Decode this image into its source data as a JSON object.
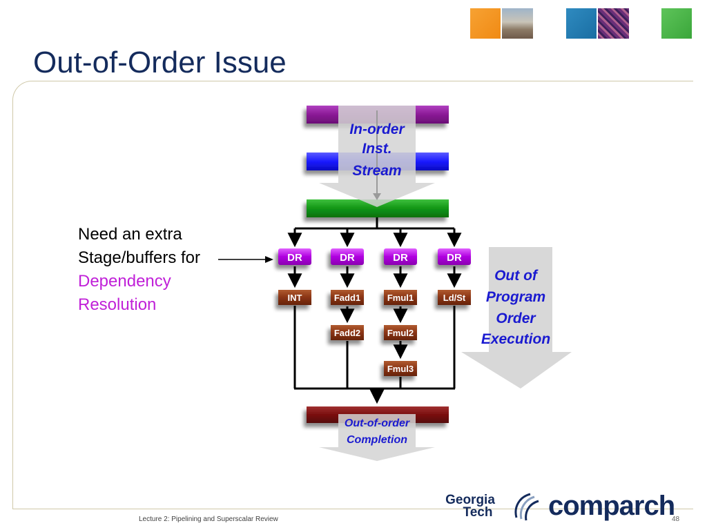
{
  "slide": {
    "title": "Out-of-Order Issue",
    "note": {
      "line1": "Need an extra",
      "line2": "Stage/buffers for",
      "highlight1": "Dependency",
      "highlight2": "Resolution"
    },
    "footer": "Lecture 2: Pipelining and Superscalar Review",
    "page_number": "48",
    "logo_gt_line1": "Georgia",
    "logo_gt_line2": "Tech",
    "logo_comparch": "comparch"
  },
  "diagram": {
    "stream_labels": [
      "In-order",
      "Inst.",
      "Stream"
    ],
    "ooo_exec_labels": [
      "Out of",
      "Program",
      "Order",
      "Execution"
    ],
    "completion_labels": [
      "Out-of-order",
      "Completion"
    ],
    "dr_label": "DR",
    "units": {
      "int": "INT",
      "fadd1": "Fadd1",
      "fadd2": "Fadd2",
      "fmul1": "Fmul1",
      "fmul2": "Fmul2",
      "fmul3": "Fmul3",
      "ldst": "Ld/St"
    },
    "colors": {
      "stage_purple": "#8b1a96",
      "stage_blue": "#1a1aff",
      "stage_green": "#129614",
      "stage_darkred": "#7a0e0e",
      "dr_box": "#b000e0",
      "fu_box": "#8a3414",
      "label_blue": "#1a1ad0",
      "highlight_magenta": "#c020d8"
    }
  }
}
